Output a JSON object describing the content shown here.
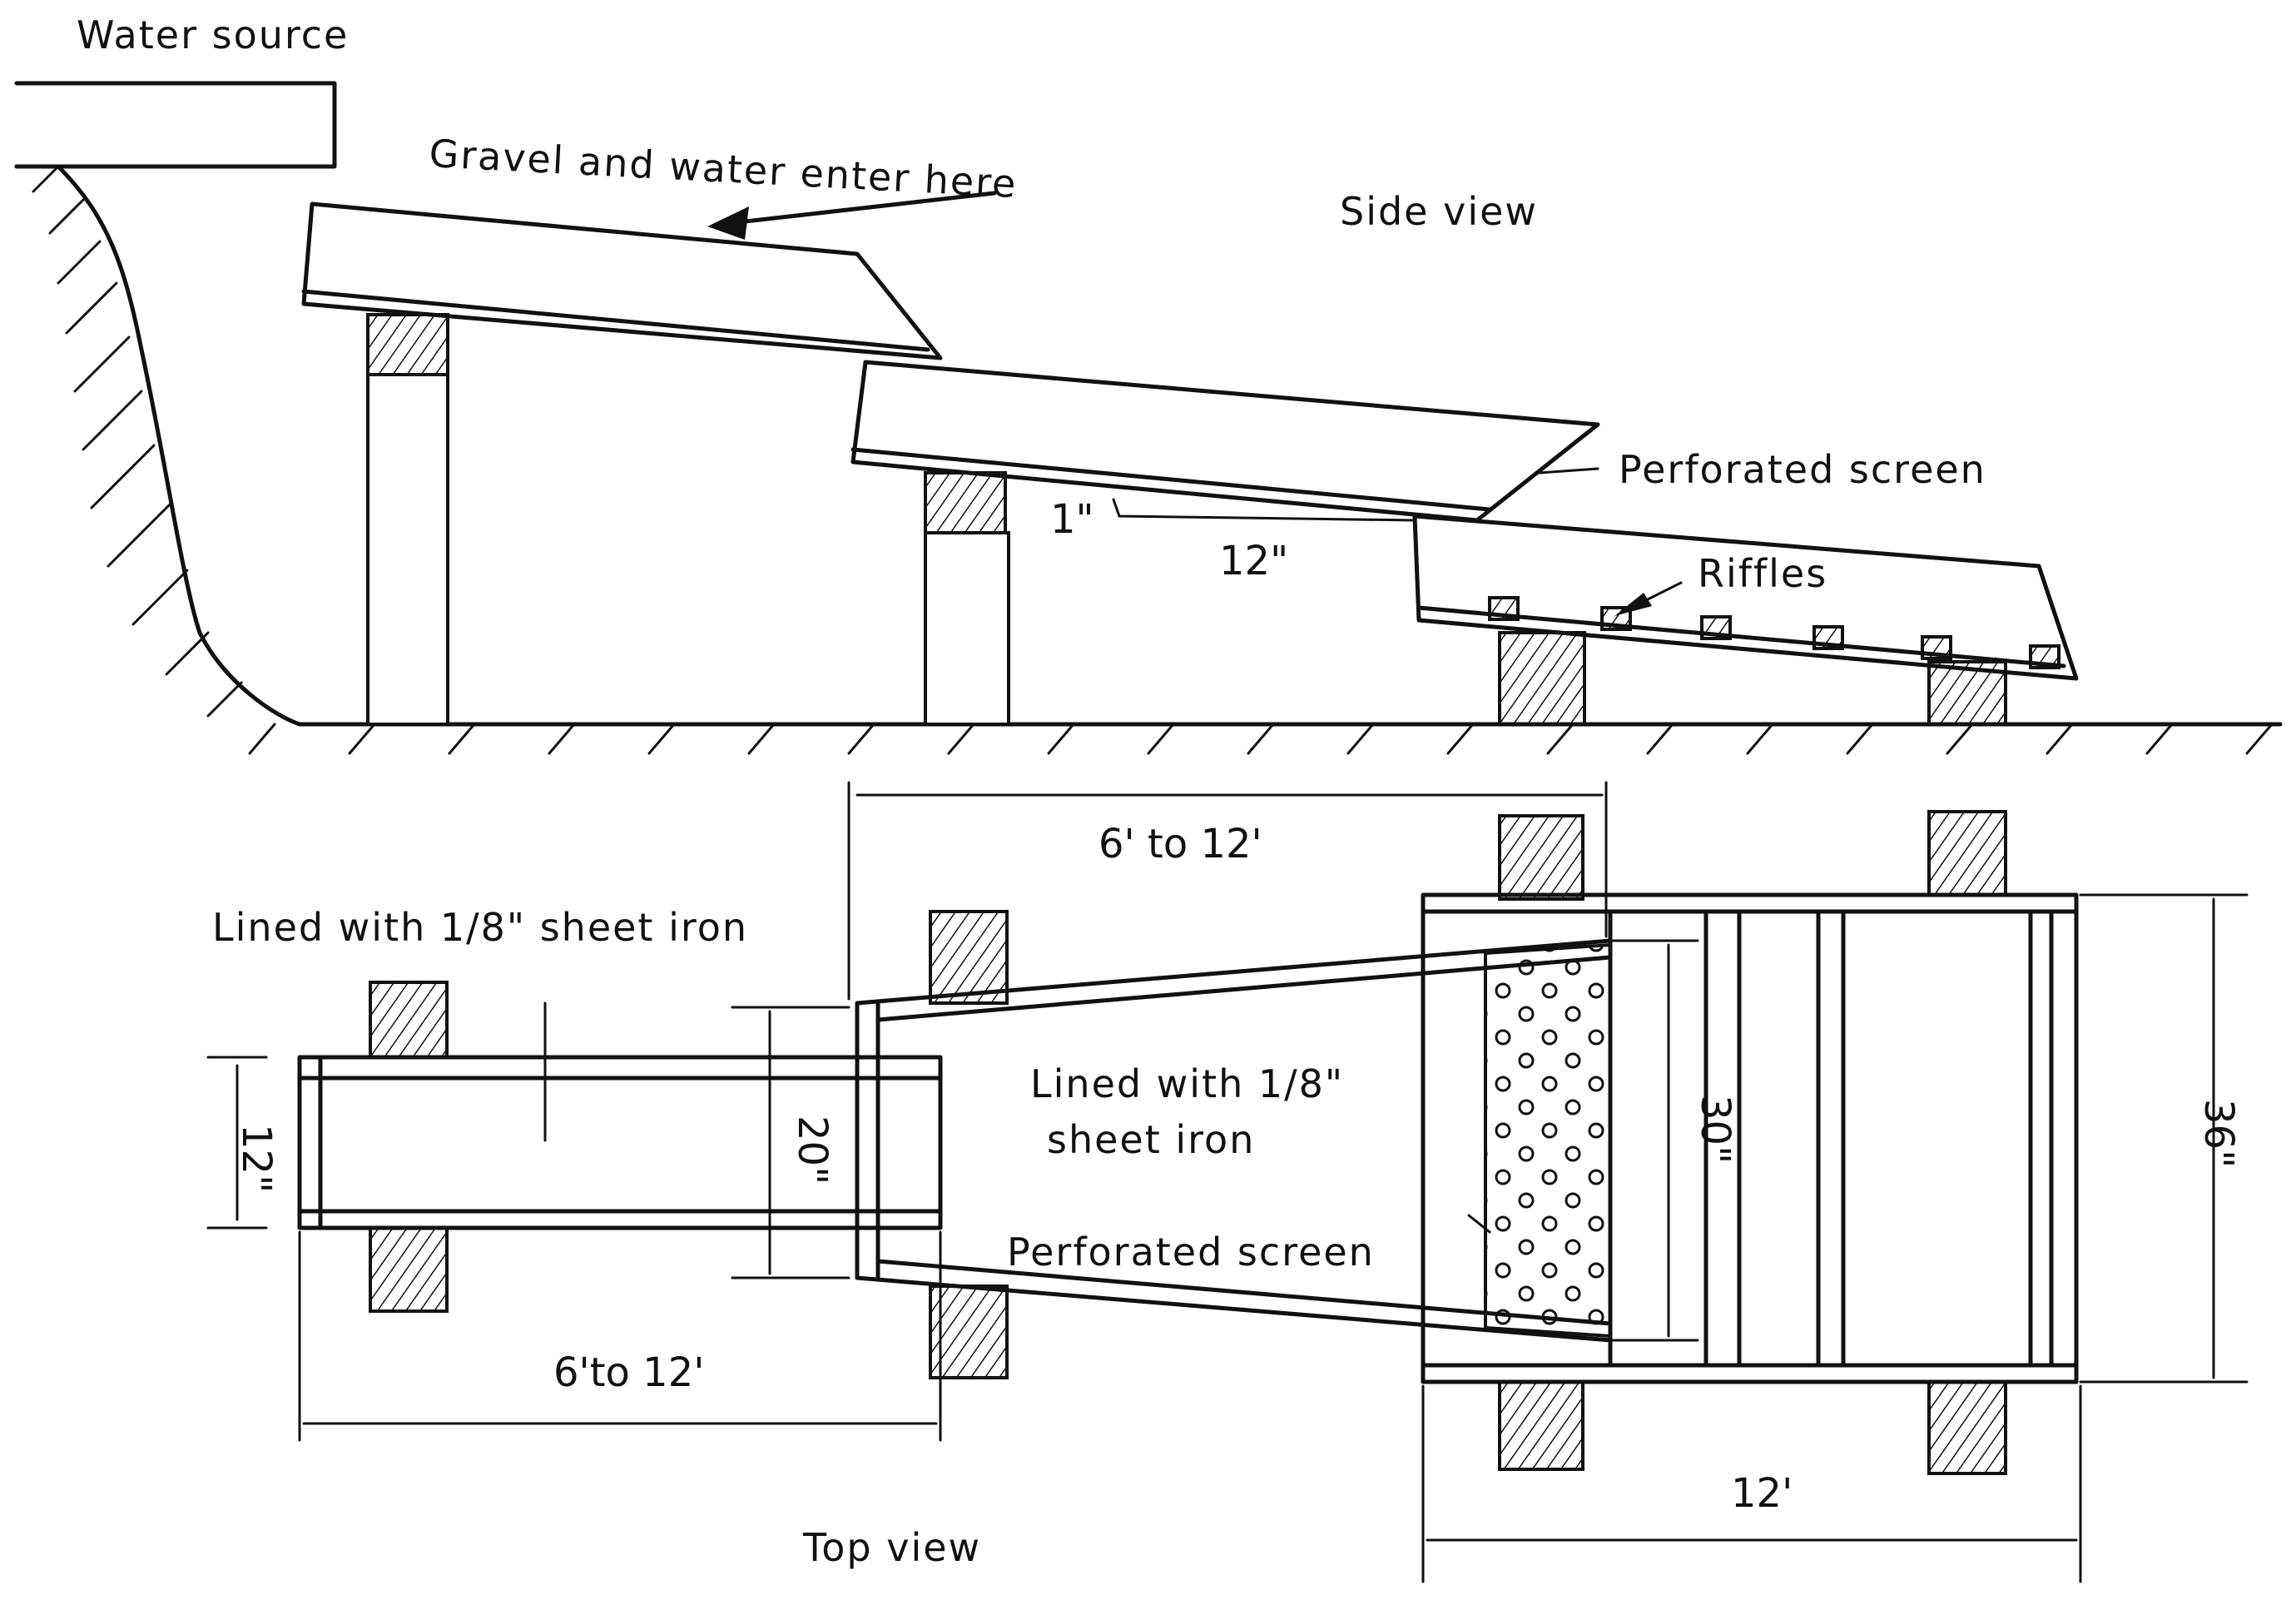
{
  "labels": {
    "water_source": "Water source",
    "gravel_enter": "Gravel and water enter here",
    "side_view": "Side view",
    "perforated_screen_side": "Perforated screen",
    "one_inch": "1\"",
    "twelve_inch_side": "12\"",
    "riffles": "Riffles",
    "lined_top_left": "Lined with 1/8\" sheet iron",
    "lined_center_1": "Lined with 1/8\"",
    "lined_center_2": "sheet iron",
    "perforated_screen_top": "Perforated screen",
    "top_view": "Top view"
  },
  "dimensions": {
    "length_top_center": "6' to 12'",
    "length_bottom_left": "6'to 12'",
    "width_12": "12\"",
    "width_20": "20\"",
    "width_30": "30\"",
    "width_36": "36\"",
    "length_12ft": "12'"
  }
}
